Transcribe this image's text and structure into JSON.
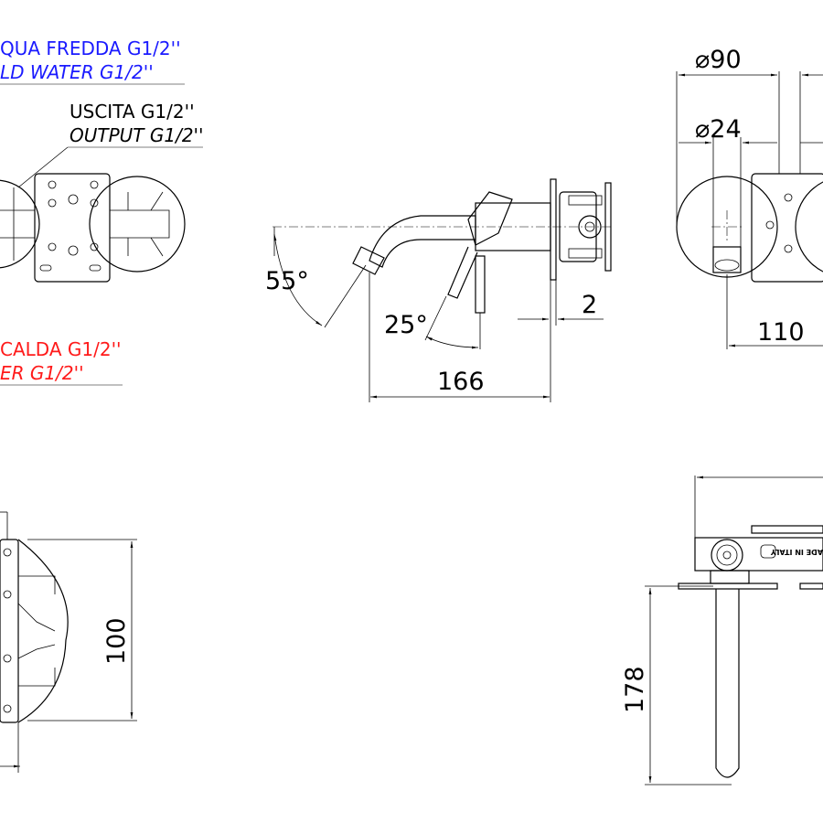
{
  "colors": {
    "cold": "#1a1aff",
    "hot": "#ff1a1a",
    "line": "#000000",
    "underline": "#808080"
  },
  "labels": {
    "cold_it": "QUA FREDDA G1/2''",
    "cold_en": "LD WATER G1/2''",
    "out_it": "USCITA G1/2''",
    "out_en": "OUTPUT G1/2''",
    "hot_it": "CALDA G1/2''",
    "hot_en": "ER G1/2''",
    "made_in": "ADE IN ITALY"
  },
  "dimensions": {
    "d90": "90",
    "d24": "24",
    "angle55": "55°",
    "angle25": "25°",
    "d2": "2",
    "d166": "166",
    "d110": "110",
    "d100": "100",
    "d178": "178"
  },
  "symbols": {
    "diameter": "⌀"
  }
}
